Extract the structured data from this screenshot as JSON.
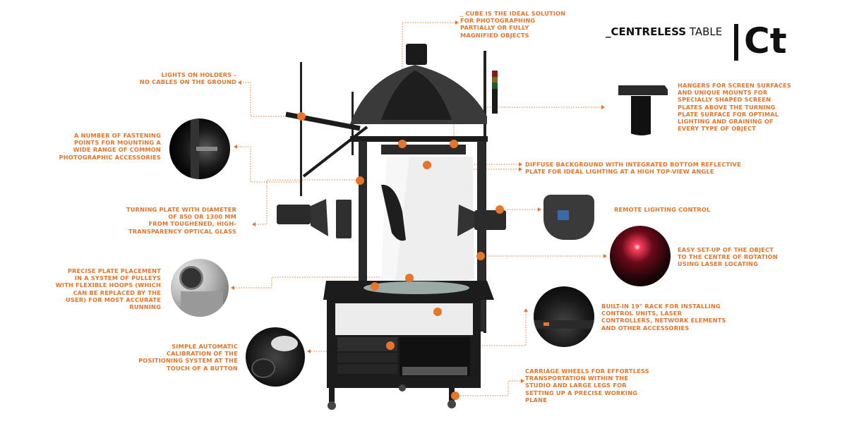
{
  "header": {
    "prefix": "_",
    "title_bold": "CENTRELESS",
    "title_light": " TABLE",
    "logo_text": "Ct"
  },
  "colors": {
    "accent": "#e8742a",
    "frame": "#1c1c1c",
    "text_dark": "#111111",
    "background": "#ffffff"
  },
  "annotations": {
    "cube": "_ CUBE IS THE IDEAL SOLUTION\nFOR PHOTOGRAPHING\nPARTIALLY OR FULLY\nMAGNIFIED OBJECTS",
    "lights": "LIGHTS ON HOLDERS -\nNO CABLES ON THE GROUND",
    "fastening": "A NUMBER OF FASTENING\nPOINTS FOR MOUNTING A\nWIDE RANGE OF COMMON\nPHOTOGRAPHIC ACCESSORIES",
    "turning_plate": "TURNING PLATE WITH DIAMETER\nOF 850 OR 1300 mm\nFROM TOUGHENED, HIGH-\nTRANSPARENCY OPTICAL GLASS",
    "plate_placement": "PRECISE PLATE PLACEMENT\nIN A SYSTEM OF PULLEYS\nWITH FLEXIBLE HOOPS (WHICH\nCAN BE REPLACED BY THE\nUSER) FOR MOST ACCURATE\nRUNNING",
    "calibration": "SIMPLE AUTOMATIC\nCALIBRATION OF THE\nPOSITIONING SYSTEM AT THE\nTOUCH OF A BUTTON",
    "hangers": "HANGERS FOR SCREEN SURFACES\nAND UNIQUE MOUNTS FOR\nSPECIALLY SHAPED SCREEN\nPLATES ABOVE THE TURNING\nPLATE SURFACE FOR OPTIMAL\nLIGHTING AND GRAINING OF\nEVERY TYPE OF OBJECT",
    "diffuse": "DIFFUSE BACKGROUND WITH INTEGRATED BOTTOM REFLECTIVE\nPLATE FOR IDEAL LIGHTING AT A HIGH TOP-VIEW ANGLE",
    "remote": "REMOTE LIGHTING CONTROL",
    "laser": "EASY SET-UP OF THE OBJECT\nTO THE CENTRE OF ROTATION\nUSING LASER LOCATING",
    "rack": "BUILT-IN 19\" RACK FOR INSTALLING\nCONTROL UNITS, LASER\nCONTROLLERS, NETWORK ELEMENTS\nAND OTHER ACCESSORIES",
    "wheels": "CARRIAGE WHEELS FOR EFFORTLESS\nTRANSPORTATION WITHIN THE\nSTUDIO AND LARGE LEGS FOR\nSETTING UP A PRECISE WORKING\nPLANE"
  },
  "detail_images": [
    {
      "name": "fastening-detail",
      "depicts": "rail mounting point"
    },
    {
      "name": "pulley-detail",
      "depicts": "pulley with flexible hoop"
    },
    {
      "name": "calibration-detail",
      "depicts": "calibration disc"
    },
    {
      "name": "hanger-detail",
      "depicts": "screen hanger mount"
    },
    {
      "name": "remote-detail",
      "depicts": "remote lighting controller"
    },
    {
      "name": "laser-detail",
      "depicts": "laser locating beams"
    },
    {
      "name": "rack-detail",
      "depicts": "19 inch rack unit"
    }
  ]
}
